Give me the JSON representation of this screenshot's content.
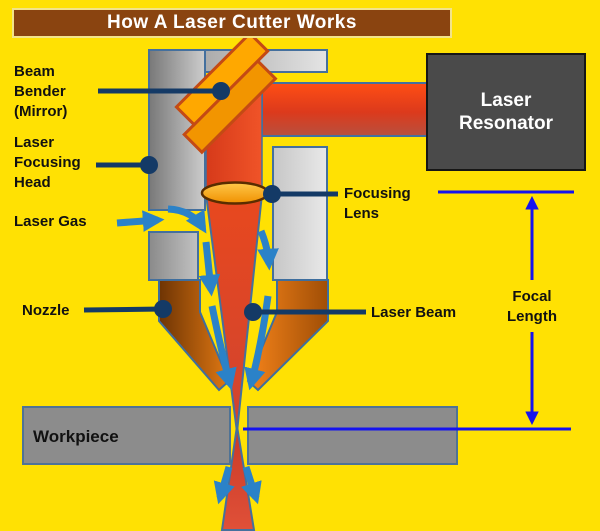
{
  "title": "How A Laser Cutter Works",
  "labels": {
    "beam_bender": [
      "Beam",
      "Bender",
      "(Mirror)"
    ],
    "focusing_head": [
      "Laser",
      "Focusing",
      "Head"
    ],
    "laser_gas": "Laser Gas",
    "nozzle": "Nozzle",
    "focusing_lens": [
      "Focusing",
      "Lens"
    ],
    "laser_beam": "Laser Beam",
    "focal_length": [
      "Focal",
      "Length"
    ],
    "laser_resonator": [
      "Laser",
      "Resonator"
    ],
    "workpiece": "Workpiece"
  },
  "colors": {
    "background": "#FFE103",
    "title_bar": "#8A4410",
    "title_text": "#FFFFFF",
    "label_text": "#111111",
    "leader_line": "#143A66",
    "gas_arrow_blue": "#2B82C8",
    "focal_dimension_blue": "#1513EF",
    "beam_red": "#E0421E",
    "mirror_orange": "#FFA800",
    "lens_orange": "#FFAF1C",
    "nozzle_left_brown": "#6E3404",
    "nozzle_right_orange": "#F5831A",
    "head_gray": "#9A9A9A",
    "workpiece_gray": "#8C8C8C",
    "resonator_gray": "#4A4A4A",
    "shape_border_blue": "#44709E"
  }
}
